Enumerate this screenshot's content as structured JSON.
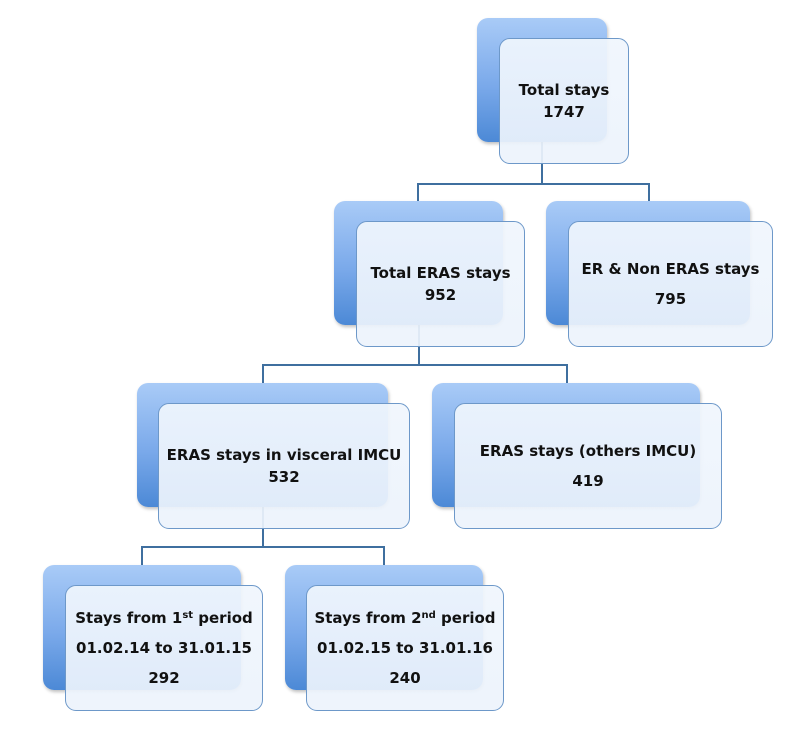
{
  "diagram": {
    "type": "flowchart",
    "colors": {
      "box_fill_top": "#a9cbf7",
      "box_fill_bottom": "#4c89d6",
      "box_border": "#6d98c9",
      "connector": "#3f6f9f",
      "text": "#111111"
    },
    "nodes": {
      "total": {
        "title": "Total stays",
        "count": "1747"
      },
      "eras": {
        "title": "Total ERAS stays",
        "count": "952"
      },
      "non_eras": {
        "title": "ER & Non ERAS stays",
        "count": "795"
      },
      "visceral": {
        "title": "ERAS stays in visceral IMCU",
        "count": "532"
      },
      "others": {
        "title": "ERAS stays (others IMCU)",
        "count": "419"
      },
      "period1": {
        "title_prefix": "Stays from 1",
        "ordinal_suffix": "st",
        "title_suffix": " period",
        "dates": "01.02.14 to 31.01.15",
        "count": "292"
      },
      "period2": {
        "title_prefix": "Stays from 2",
        "ordinal_suffix": "nd",
        "title_suffix": " period",
        "dates": "01.02.15 to 31.01.16",
        "count": "240"
      }
    },
    "edges": [
      [
        "total",
        "eras"
      ],
      [
        "total",
        "non_eras"
      ],
      [
        "eras",
        "visceral"
      ],
      [
        "eras",
        "others"
      ],
      [
        "visceral",
        "period1"
      ],
      [
        "visceral",
        "period2"
      ]
    ]
  }
}
